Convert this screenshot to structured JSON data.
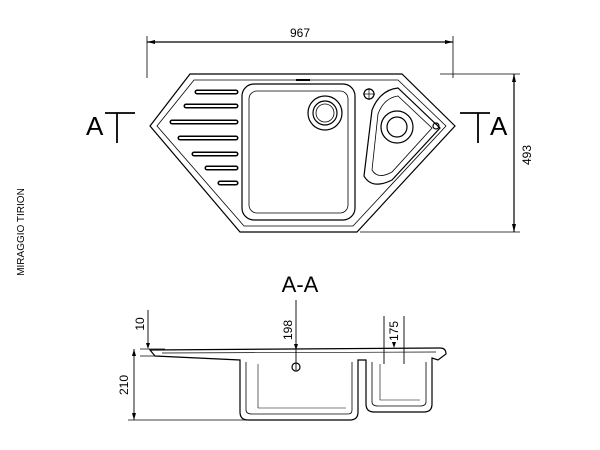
{
  "model_name": "MIRAGGIO TIRION",
  "section_title": "A-A",
  "section_marks": {
    "left": "A",
    "right": "A"
  },
  "dimensions": {
    "overall_width": "967",
    "overall_depth": "493",
    "rim_thickness": "10",
    "main_bowl_depth": "198",
    "small_bowl_depth": "175",
    "total_height": "210"
  },
  "colors": {
    "line": "#000000",
    "background": "#ffffff"
  }
}
